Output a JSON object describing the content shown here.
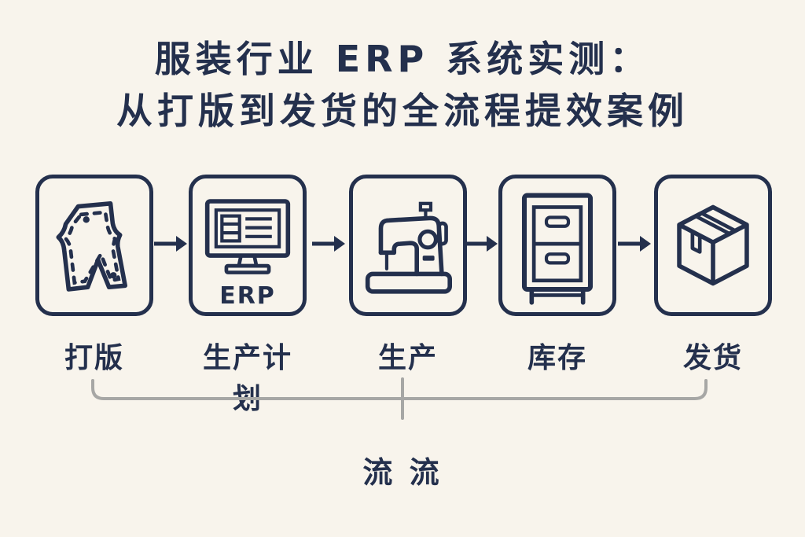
{
  "colors": {
    "background": "#f8f4ec",
    "ink": "#24304d",
    "bracket_gray": "#a7a7a5"
  },
  "title": {
    "line1": "服装行业 ERP 系统实测：",
    "line2": "从打版到发货的全流程提效案例"
  },
  "steps": [
    {
      "label": "打版",
      "icon": "pattern-piece-icon"
    },
    {
      "label": "生产计划",
      "icon": "erp-monitor-icon",
      "badge": "ERP"
    },
    {
      "label": "生产",
      "icon": "sewing-machine-icon"
    },
    {
      "label": "库存",
      "icon": "inventory-cabinet-icon"
    },
    {
      "label": "发货",
      "icon": "shipping-box-icon"
    }
  ],
  "footer": {
    "label": "流 流"
  }
}
